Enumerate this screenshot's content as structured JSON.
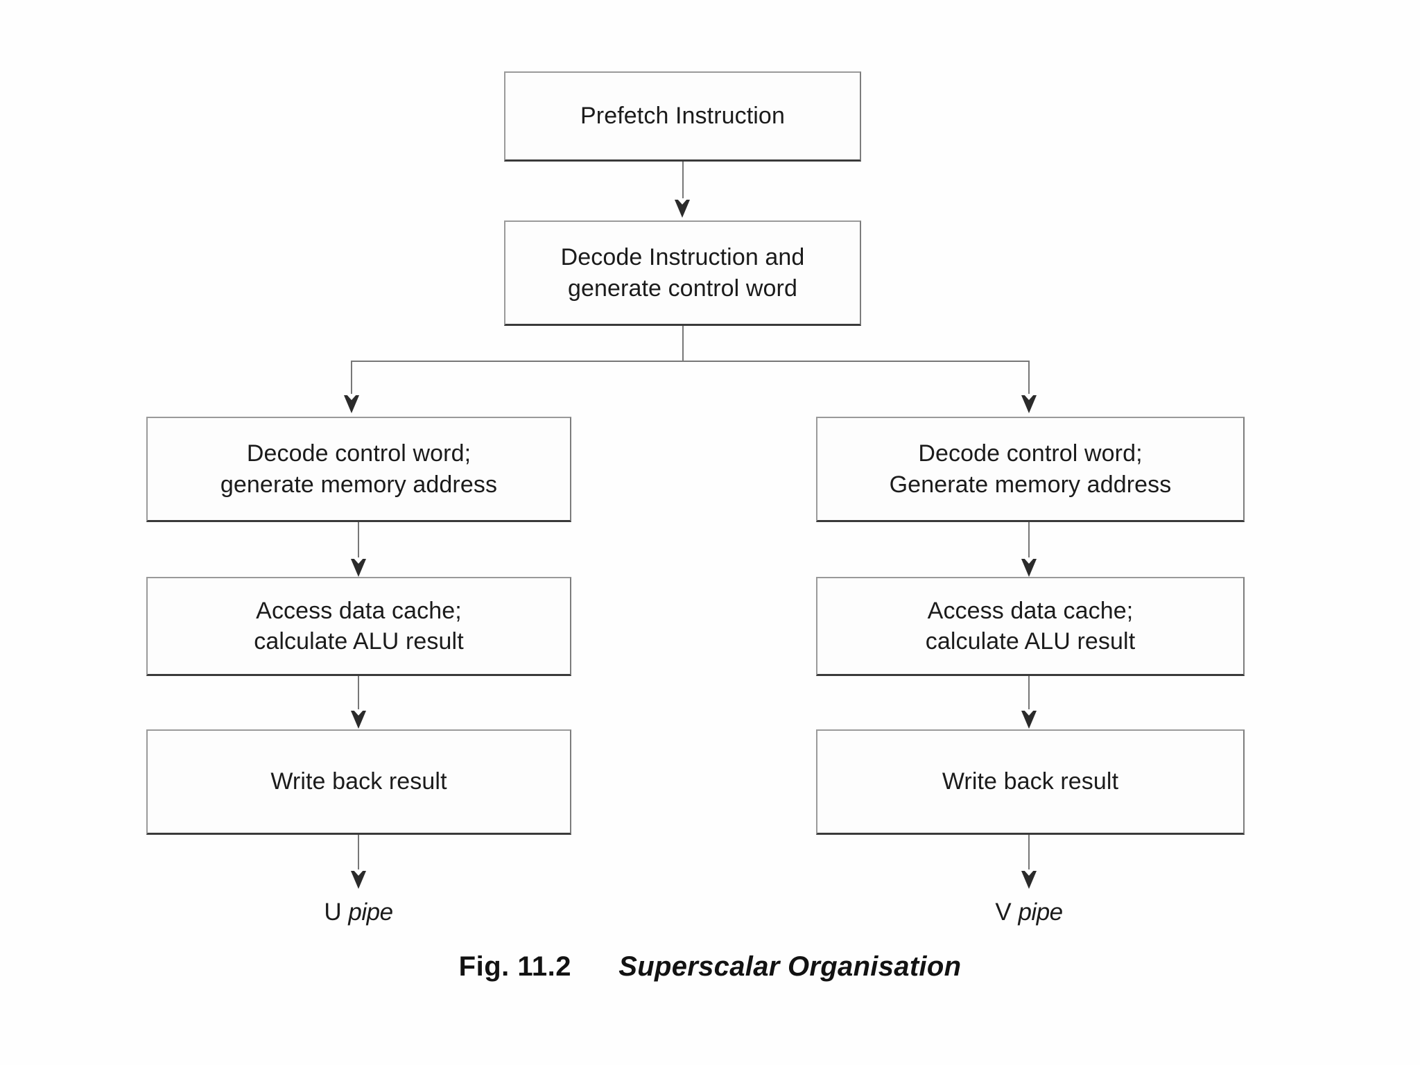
{
  "diagram": {
    "title": "Superscalar Organisation",
    "nodes": {
      "prefetch": {
        "line1": "Prefetch Instruction"
      },
      "decode": {
        "line1": "Decode Instruction and",
        "line2": "generate control word"
      },
      "u_decode": {
        "line1": "Decode control word;",
        "line2": "generate memory address"
      },
      "u_access": {
        "line1": "Access data cache;",
        "line2": "calculate ALU result"
      },
      "u_write": {
        "line1": "Write back result"
      },
      "v_decode": {
        "line1": "Decode control word;",
        "line2": "Generate memory address"
      },
      "v_access": {
        "line1": "Access data cache;",
        "line2": "calculate ALU result"
      },
      "v_write": {
        "line1": "Write back result"
      }
    },
    "pipe_labels": {
      "u_prefix": "U",
      "u_word": "pipe",
      "v_prefix": "V",
      "v_word": "pipe"
    },
    "caption": {
      "figure_number": "Fig. 11.2",
      "figure_title": "Superscalar Organisation"
    },
    "colors": {
      "box_border": "#9a9a9a",
      "box_shadow_border": "#3a3a3a",
      "connector": "#777777",
      "arrowhead": "#2b2b2b",
      "text": "#1b1b1b",
      "background": "#fefefe"
    }
  }
}
